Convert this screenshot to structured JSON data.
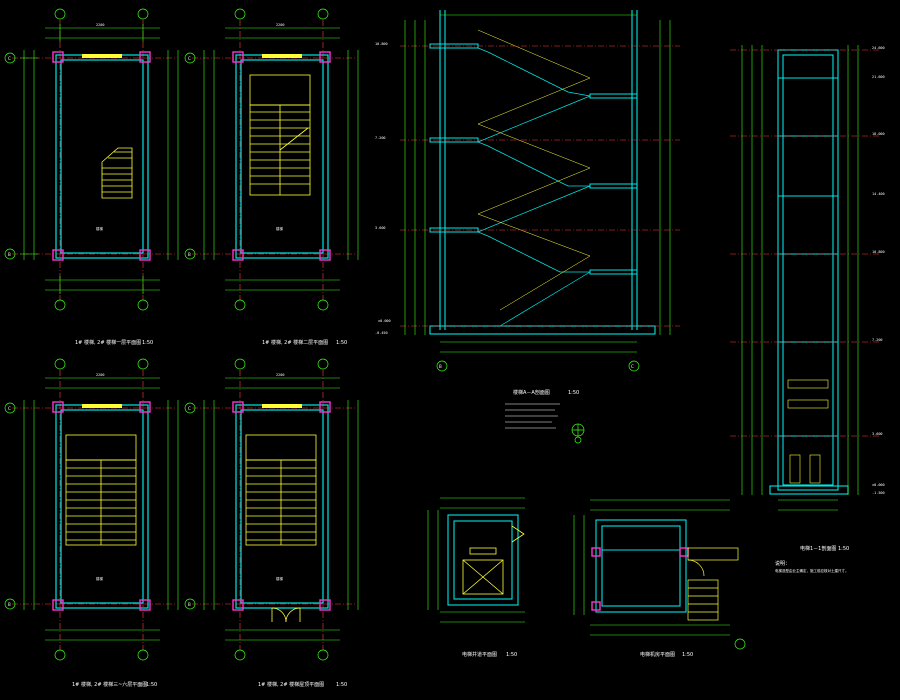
{
  "drawing": {
    "colors": {
      "background": "#000000",
      "wall": "#00e5e5",
      "dimension": "#39ff14",
      "stair": "#ffff33",
      "column": "#ff33cc",
      "axis_line": "#ff3b3b",
      "text": "#ffffff"
    },
    "plans": [
      {
        "id": "plan-1",
        "title": "1# 楼梯, 2# 楼梯一层平面图",
        "scale": "1:50",
        "axis_top": "C",
        "axis_bottom": "B",
        "width_total": "2200",
        "room_label": "楼梯"
      },
      {
        "id": "plan-2",
        "title": "1# 楼梯, 2# 楼梯二层平面图",
        "scale": "1:50",
        "axis_top": "C",
        "axis_bottom": "B",
        "width_total": "2200",
        "room_label": "楼梯"
      },
      {
        "id": "plan-3",
        "title": "1# 楼梯, 2# 楼梯三~六层平面图",
        "scale": "1:50",
        "axis_top": "C",
        "axis_bottom": "B",
        "width_total": "2200",
        "room_label": "楼梯"
      },
      {
        "id": "plan-4",
        "title": "1# 楼梯, 2# 楼梯屋顶平面图",
        "scale": "1:50",
        "axis_top": "C",
        "axis_bottom": "B",
        "width_total": "2200",
        "room_label": "楼梯"
      }
    ],
    "section_title": "楼梯A－A剖面图",
    "section_scale": "1:50",
    "section_axes": [
      "B",
      "C"
    ],
    "section_elevations": [
      "10.800",
      "7.200",
      "3.600",
      "±0.000",
      "-0.450"
    ],
    "elevator_section_title": "电梯1－1剖面图",
    "elevator_section_scale": "1:50",
    "elevator_elevations": [
      "24.600",
      "21.600",
      "18.000",
      "14.400",
      "10.800",
      "7.200",
      "3.600",
      "±0.000",
      "-1.500"
    ],
    "elevator_plan_title": "电梯井道平面图",
    "elevator_plan_scale": "1:50",
    "machine_room_title": "电梯机房平面图",
    "machine_room_scale": "1:50",
    "notes_heading": "说明：",
    "notes_text": "电梯选型由业主确定，施工前应核对土建尺寸。"
  }
}
